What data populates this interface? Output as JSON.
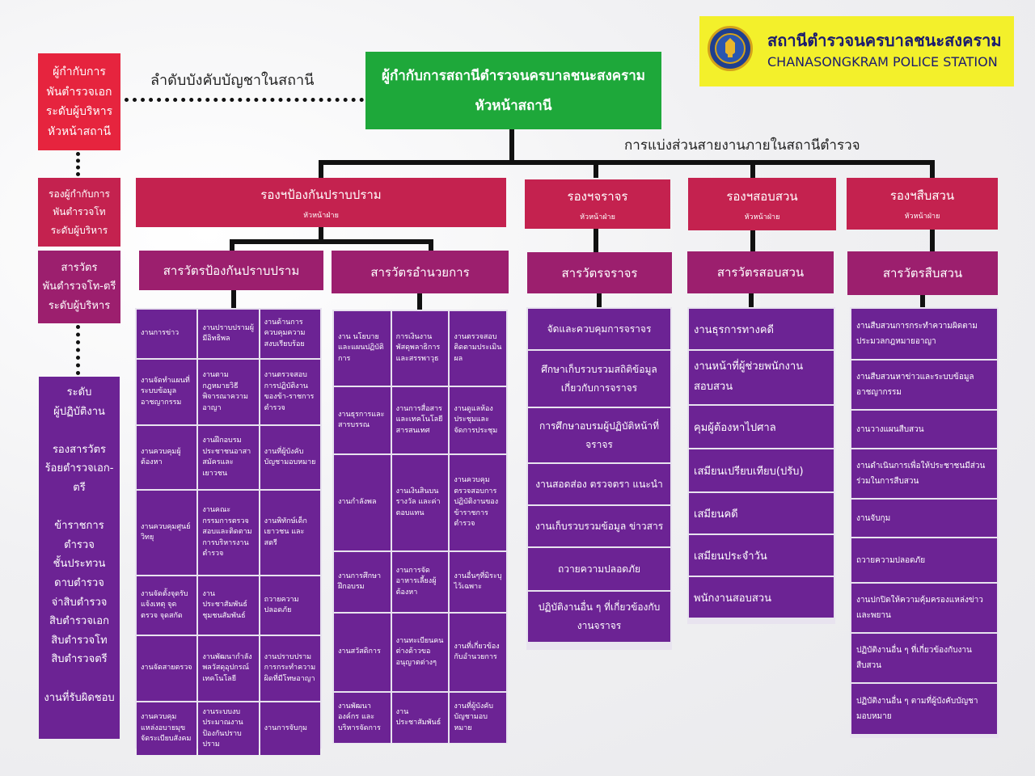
{
  "logo": {
    "title_th": "สถานีตำรวจนครบาลชนะสงคราม",
    "title_en": "CHANASONGKRAM POLICE STATION",
    "emblem_text": "CHANASONGKRAM POLICE STATION"
  },
  "top": {
    "chain_label": "ลำดับบังคับบัญชาในสถานี",
    "chief_line1": "ผู้กำกับการสถานีตำรวจนครบาลชนะสงคราม",
    "chief_line2": "หัวหน้าสถานี",
    "division_label": "การแบ่งส่วนสายงานภายในสถานีตำรวจ"
  },
  "left": {
    "rank1": [
      "ผู้กำกับการ",
      "พันตำรวจเอก",
      "ระดับผู้บริหาร",
      "หัวหน้าสถานี"
    ],
    "rank2": [
      "รองผู้กำกับการ",
      "พันตำรวจโท",
      "ระดับผู้บริหาร"
    ],
    "rank3": [
      "สารวัตร",
      "พันตำรวจโท-ตรี",
      "ระดับผู้บริหาร"
    ],
    "rank4": [
      "ระดับ",
      "ผู้ปฏิบัติงาน",
      "",
      "รองสารวัตร",
      "ร้อยตำรวจเอก-",
      "ตรี",
      "",
      "ข้าราชการ",
      "ตำรวจ",
      "ชั้นประทวน",
      "ดาบตำรวจ",
      "จ่าสิบตำรวจ",
      "สิบตำรวจเอก",
      "สิบตำรวจโท",
      "สิบตำรวจตรี",
      "",
      "งานที่รับผิดชอบ"
    ]
  },
  "deputies": [
    {
      "title": "รองฯป้องกันปราบปราม",
      "sub": "หัวหน้าฝ่าย"
    },
    {
      "title": "รองฯจราจร",
      "sub": "หัวหน้าฝ่าย"
    },
    {
      "title": "รองฯสอบสวน",
      "sub": "หัวหน้าฝ่าย"
    },
    {
      "title": "รองฯสืบสวน",
      "sub": "หัวหน้าฝ่าย"
    }
  ],
  "inspectors": {
    "prevention": "สารวัตรป้องกันปราบปราม",
    "admin": "สารวัตรอำนวยการ",
    "traffic": "สารวัตรจราจร",
    "interrogation": "สารวัตรสอบสวน",
    "investigation": "สารวัตรสืบสวน"
  },
  "prevention_tasks": [
    "งานการข่าว",
    "งานปราบปรามผู้มีอิทธิพล",
    "งานด้านการควบคุมความสงบเรียบร้อย",
    "งานจัดทำแผนที่ระบบข้อมูลอาชญากรรม",
    "งานตามกฎหมายวิธีพิจารณาความอาญา",
    "งานตรวจสอบการปฏิบัติงานของข้า-ราชการตำรวจ",
    "งานควบคุมผู้ต้องหา",
    "งานฝึกอบรมประชาชนอาสาสมัครและเยาวชน",
    "งานที่ผู้บังคับบัญชามอบหมาย",
    "งานควบคุมศูนย์วิทยุ",
    "งานคณะกรรมการตรวจสอบและติดตามการบริหารงานตำรวจ",
    "งานพิทักษ์เด็กเยาวชน และสตรี",
    "งานจัดตั้งจุดรับแจ้งเหตุ จุดตรวจ จุดสกัด",
    "งานประชาสัมพันธ์ ชุมชนสัมพันธ์",
    "ถวายความปลอดภัย",
    "งานจัดสายตรวจ",
    "งานพัฒนากำลังพลวัสดุอุปกรณ์เทคโนโลยี",
    "งานปราบปรามการกระทำความผิดที่มีโทษอาญา",
    "งานควบคุมแหล่งอบายมุขจัดระเบียบสังคม",
    "งานระบบงบประมาณงานป้องกันปราบปราม",
    "งานการจับกุม"
  ],
  "admin_tasks": [
    "งาน นโยบายและแผนปฏิบัติการ",
    "การเงินงานพัสดุพลาธิการและสรรพาวุธ",
    "งานตรวจสอบติดตามประเมินผล",
    "งานธุรการและสารบรรณ",
    "งานการสื่อสารและเทคโนโลยีสารสนเทศ",
    "งานดูแลห้องประชุมและจัดการประชุม",
    "งานกำลังพล",
    "งานเงินสินบนรางวัล และค่าตอบแทน",
    "งานควบคุมตรวจสอบการปฏิบัติงานของข้าราชการตำรวจ",
    "งานการศึกษาฝึกอบรม",
    "งานการจัดอาหารเลี้ยงผู้ต้องหา",
    "งานอื่นๆที่มิระบุไว้เฉพาะ",
    "งานสวัสดิการ",
    "งานทะเบียนคนต่างด้าวขออนุญาตต่างๆ",
    "งานที่เกี่ยวข้องกับอำนวยการ",
    "งานพัฒนาองค์กร และบริหารจัดการ",
    "งานประชาสัมพันธ์",
    "งานที่ผู้บังคับบัญชามอบหมาย"
  ],
  "traffic_tasks": [
    "จัดและควบคุมการจราจร",
    "ศึกษาเก็บรวบรวมสถิติข้อมูลเกี่ยวกับการจราจร",
    "การศึกษาอบรมผู้ปฏิบัติหน้าที่จราจร",
    "งานสอดส่อง ตรวจตรา แนะนำ",
    "งานเก็บรวบรวมข้อมูล ข่าวสาร",
    "ถวายความปลอดภัย",
    "ปฏิบัติงานอื่น ๆ ที่เกี่ยวข้องกับงานจราจร"
  ],
  "interrogation_tasks": [
    "งานธุรการทางคดี",
    "งานหน้าที่ผู้ช่วยพนักงานสอบสวน",
    "คุมผู้ต้องหาไปศาล",
    "เสมียนเปรียบเทียบ(ปรับ)",
    "เสมียนคดี",
    "เสมียนประจำวัน",
    "พนักงานสอบสวน"
  ],
  "investigation_tasks": [
    "งานสืบสวนการกระทำความผิดตามประมวลกฎหมายอาญา",
    "งานสืบสวนหาข่าวและระบบข้อมูลอาชญากรรม",
    "งานวางแผนสืบสวน",
    "งานดำเนินการเพื่อให้ประชาชนมีส่วนร่วมในการสืบสวน",
    "งานจับกุม",
    "ถวายความปลอดภัย",
    "งานปกปิดให้ความคุ้มครองแหล่งข่าวและพยาน",
    "ปฏิบัติงานอื่น ๆ ที่เกี่ยวข้องกับงานสืบสวน",
    "ปฏิบัติงานอื่น ๆ ตามที่ผู้บังคับบัญชามอบหมาย"
  ],
  "colors": {
    "red": "#e6243e",
    "green": "#1ea83a",
    "magenta": "#c4224f",
    "plum": "#9c1f6e",
    "purple": "#6c2394",
    "yellow": "#f3f02b"
  }
}
